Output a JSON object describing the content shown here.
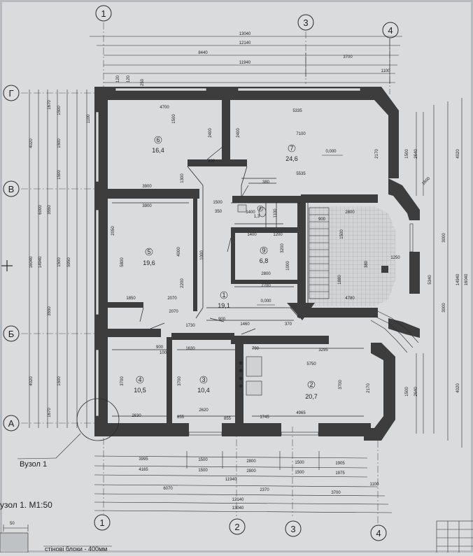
{
  "axes": {
    "top": [
      "1",
      "3",
      "4"
    ],
    "bottom": [
      "1",
      "2",
      "3",
      "4"
    ],
    "left": [
      "Г",
      "В",
      "Б",
      "А"
    ]
  },
  "rooms": [
    {
      "number": "1",
      "area": "19,1"
    },
    {
      "number": "2",
      "area": "20,7"
    },
    {
      "number": "3",
      "area": "10,4"
    },
    {
      "number": "4",
      "area": "10,5"
    },
    {
      "number": "5",
      "area": "19,6"
    },
    {
      "number": "6",
      "area": "16,4"
    },
    {
      "number": "7",
      "area": "24,6"
    },
    {
      "number": "8",
      "area": "1,3"
    },
    {
      "number": "9",
      "area": "6,8"
    }
  ],
  "level_marks": [
    "0,000",
    "0,000"
  ],
  "dimensions": {
    "top": [
      "13040",
      "12140",
      "8440",
      "3700",
      "11940",
      "1100",
      "120",
      "120",
      "250"
    ],
    "bottom": [
      "3995",
      "1500",
      "2800",
      "1500",
      "1905",
      "4165",
      "1500",
      "2800",
      "1500",
      "1975",
      "11940",
      "6070",
      "2370",
      "3700",
      "1100",
      "12140",
      "13040"
    ],
    "left": [
      "1670",
      "1500",
      "1500",
      "1500",
      "1100",
      "3550",
      "1500",
      "3550",
      "1500",
      "1670",
      "4020",
      "16040",
      "14940",
      "5950",
      "6000",
      "4020"
    ],
    "right": [
      "4020",
      "3000",
      "5340",
      "3000",
      "16040",
      "14940",
      "4020",
      "2640",
      "1500",
      "2640",
      "1500",
      "1600",
      "2170",
      "3700",
      "2170"
    ],
    "interior": [
      "4700",
      "5335",
      "7100",
      "5535",
      "3900",
      "3900",
      "2400",
      "2400",
      "1300",
      "1500",
      "1400",
      "1200",
      "2050",
      "4000",
      "5800",
      "2200",
      "2070",
      "1850",
      "2070",
      "1730",
      "1460",
      "900",
      "900",
      "1630",
      "3295",
      "5750",
      "4965",
      "2630",
      "2620",
      "1745",
      "3700",
      "3700",
      "3200",
      "2700",
      "2800",
      "2800",
      "4780",
      "1250",
      "380",
      "900",
      "1000",
      "1100",
      "1000",
      "790",
      "855",
      "855",
      "100",
      "300",
      "370",
      "380",
      "350",
      "1500",
      "1500",
      "1880",
      "1400"
    ]
  },
  "labels": {
    "node": "Вузол 1",
    "node_caption": "узол 1. М1:50",
    "legend": "стінові блоки - 400мм",
    "scale_mark": "50"
  },
  "colors": {
    "paper": "#d9dbdc",
    "wall": "#3d3d3d",
    "line": "#2a2a2a"
  }
}
